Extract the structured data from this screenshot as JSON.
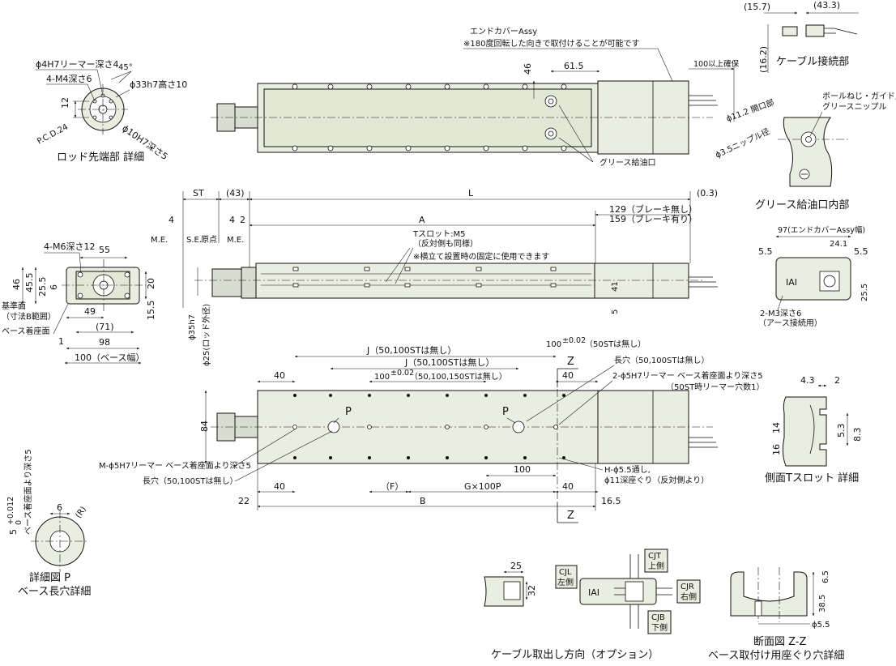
{
  "colors": {
    "body_fill": "#eaeee0",
    "line": "#111111",
    "background": "#ffffff"
  },
  "rod_detail": {
    "reamer": "ϕ4H7リーマー深さ4",
    "tap": "4-M4深さ6",
    "angle": "45°",
    "dim_12": "12",
    "boss": "ϕ33h7高さ10",
    "pcd": "P.C.D.24",
    "bore": "ϕ10H7深さ5",
    "caption": "ロッド先端部 詳細"
  },
  "top_view": {
    "endcover_title": "エンドカバーAssy",
    "endcover_note": "※180度回転した向きで取付けることが可能です",
    "dim_46": "46",
    "dim_61_5": "61.5",
    "cable_clear": "100以上確保",
    "grease_port": "グリース給油口"
  },
  "cable_connect": {
    "dim_15_7": "(15.7)",
    "dim_43_3": "(43.3)",
    "dim_16_2": "(16.2)",
    "caption": "ケーブル接続部"
  },
  "grease_detail": {
    "nipple_title": "ボールねじ・ガイド用",
    "nipple_title2": "グリースニップル",
    "opening": "ϕ11.2 開口部",
    "nipple_dia": "ϕ3.5ニップル径",
    "caption": "グリース給油口内部"
  },
  "side_view": {
    "st": "ST",
    "dim_43": "(43)",
    "L": "L",
    "dim_0_3": "(0.3)",
    "dim_4a": "4",
    "dim_4b": "4",
    "dim_2": "2",
    "A": "A",
    "brake_none": "129（ブレーキ無し）",
    "brake_with": "159（ブレーキ有り）",
    "me_left": "M.E.",
    "se": "S.E.",
    "origin": "原点",
    "me_right": "M.E.",
    "tslot": "Tスロット:M5",
    "tslot_opp": "（反対側も同様）",
    "tslot_note": "※横立て設置時の固定に使用できます",
    "dim_41": "41",
    "dim_5": "5",
    "rod_35": "ϕ35h7",
    "rod_25": "ϕ25(ロッド外径)"
  },
  "end_view": {
    "tap": "4-M6深さ12",
    "dim_55": "55",
    "dim_46": "46",
    "dim_45_5": "45.5",
    "dim_25_5": "25.5",
    "dim_6": "6",
    "dim_20": "20",
    "dim_49": "49",
    "dim_15_5": "15.5",
    "ref_surface": "基準面",
    "ref_range": "（寸法B範囲）",
    "base_surface": "ベース着座面",
    "dim_71": "(71)",
    "dim_1": "1",
    "dim_98": "98",
    "dim_100": "100（ベース幅）"
  },
  "motor_end": {
    "width": "97(エンドカバーAssy幅)",
    "dim_24_1": "24.1",
    "dim_5_5a": "5.5",
    "dim_5_5b": "5.5",
    "dim_25_5": "25.5",
    "earth": "2-M3深さ6",
    "earth2": "（アース接続用）"
  },
  "bottom_view": {
    "J1": "J（50,100STは無し）",
    "J2": "J（50,100STは無し）",
    "d100_top": "100",
    "d100_top_tol": "±0.02",
    "d100_top_note": "（50STは無し）",
    "d100_mid": "100",
    "d100_mid_tol": "±0.02",
    "d100_mid_note": "（50,100,150STは無し）",
    "long_hole": "長穴（50,100STは無し）",
    "reamer_2": "2-ϕ5H7リーマー ベース着座面より深さ5",
    "reamer_2_note": "（50ST時リーマー穴数1）",
    "d40_1": "40",
    "d40_2": "40",
    "d40_3": "40",
    "d40_4": "40",
    "dim_84": "84",
    "P1": "P",
    "P2": "P",
    "Z1": "Z",
    "Z2": "Z",
    "reamer_M": "M-ϕ5H7リーマー ベース着座面より深さ5",
    "long_hole2": "長穴（50,100STは無し）",
    "d100_bot": "100",
    "H_hole": "H-ϕ5.5通し,",
    "H_hole2": "ϕ11深座ぐり（反対側より）",
    "F": "（F）",
    "G": "G×100P",
    "dim_22": "22",
    "B": "B",
    "dim_16_5": "16.5"
  },
  "tslot_detail": {
    "dim_4_3": "4.3",
    "dim_2": "2",
    "dim_14": "14",
    "dim_16": "16",
    "dim_5_3": "5.3",
    "dim_8_3": "8.3",
    "caption": "側面Tスロット 詳細"
  },
  "p_detail": {
    "depth": "5",
    "tol": "+0.012",
    "tol0": "0",
    "note": "ベース着座面より深さ5",
    "dim_6": "6",
    "R": "(R)",
    "caption1": "詳細図 P",
    "caption2": "ベース長穴詳細"
  },
  "cable_direction": {
    "dim_25": "25",
    "dim_32": "32",
    "cjl": "CJL",
    "cjl2": "左側",
    "cjt": "CJT",
    "cjt2": "上側",
    "cjr": "CJR",
    "cjr2": "右側",
    "cjb": "CJB",
    "cjb2": "下側",
    "logo": "IAI",
    "caption": "ケーブル取出し方向（オプション）"
  },
  "zz_section": {
    "dim_6_5": "6.5",
    "dim_38_5": "38.5",
    "dim_5_5": "ϕ5.5",
    "caption1": "断面図 Z-Z",
    "caption2": "ベース取付け用座ぐり穴詳細"
  }
}
